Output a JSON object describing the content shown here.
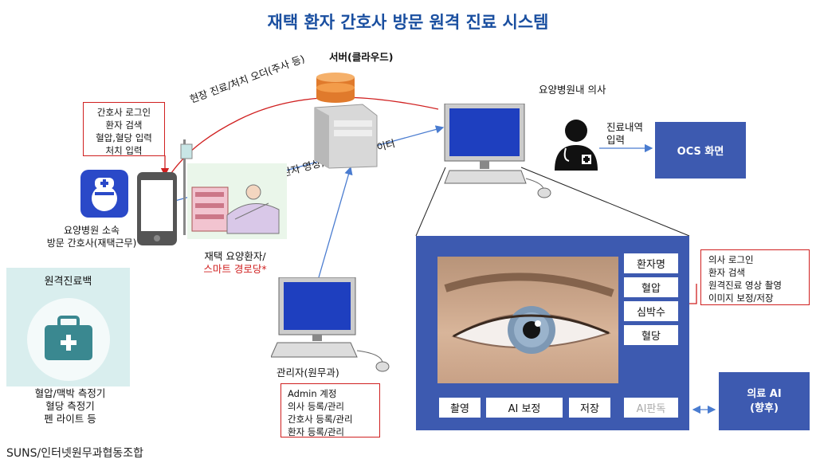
{
  "title": "재택 환자 간호사 방문 원격 진료 시스템",
  "server_label": "서버(클라우드)",
  "doctor_label": "요양병원내 의사",
  "nurse_box": [
    "간호사 로그인",
    "환자 검색",
    "혈압,혈당 입력",
    "처치 입력"
  ],
  "nurse_label": [
    "요양병원 소속",
    "방문 간호사(재택근무)"
  ],
  "patient_label": "재택 요양환자/",
  "patient_label_red": "스마트 경로당*",
  "arrow_order_label": "현장 진료/처치 오더(주사 등)",
  "arrow_data_label": "환자 영상, 혈압,혈당 데이터",
  "ocs_input_label": [
    "진료내역",
    "입력"
  ],
  "ocs_label": "OCS 화면",
  "kit_title": "원격진료백",
  "kit_caption": [
    "혈압/맥박 측정기",
    "혈당 측정기",
    "펜 라이트 등"
  ],
  "admin_label": "관리자(원무과)",
  "admin_box": [
    "Admin 계정",
    "의사 등록/관리",
    "간호사 등록/관리",
    "환자 등록/관리"
  ],
  "doctor_box": [
    "의사 로그인",
    "환자 검색",
    "원격진료 영상 촬영",
    "이미지 보정/저장"
  ],
  "side_buttons": [
    "환자명",
    "혈압",
    "심박수",
    "혈당"
  ],
  "bottom_buttons": [
    "촬영",
    "AI 보정",
    "저장",
    "AI판독"
  ],
  "ai_label": [
    "의료 AI",
    "(향후)"
  ],
  "footer": "SUNS/인터넷원무과협동조합",
  "colors": {
    "title": "#1a4fa0",
    "panel": "#3d5ab0",
    "red": "#d02020",
    "arrow_blue": "#4a7cd0"
  }
}
